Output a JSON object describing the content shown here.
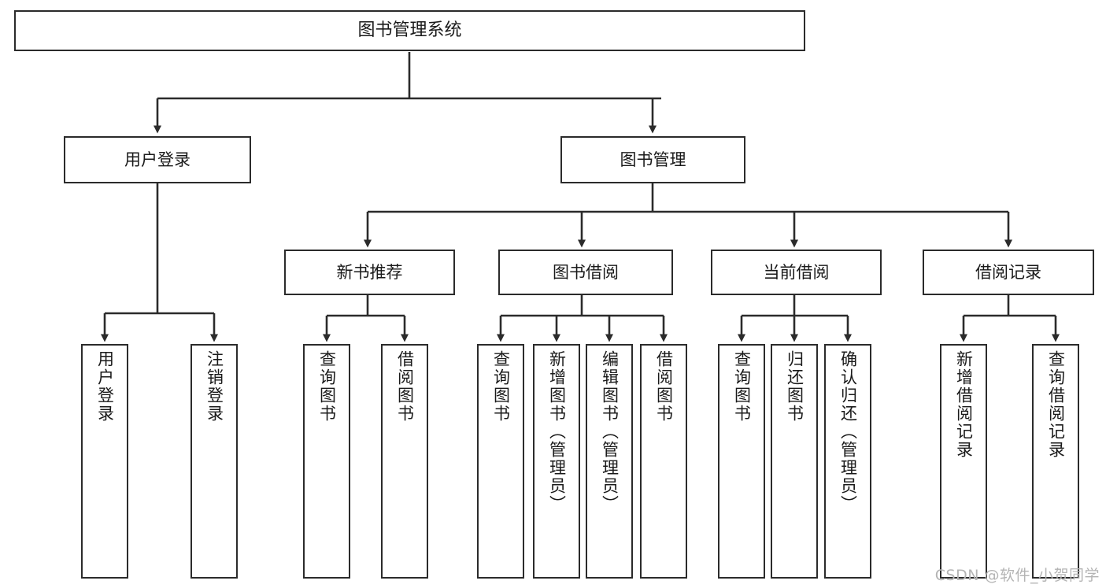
{
  "diagram": {
    "type": "tree-hierarchy-diagram",
    "title": "图书管理系统",
    "orientation": "top-down",
    "colors": {
      "box_border": "#2b2b2b",
      "box_fill": "#ffffff",
      "connector": "#2b2b2b",
      "text": "#1a1a1a",
      "watermark": "#b4b4b4",
      "background": "#ffffff"
    }
  },
  "nodes": {
    "root": {
      "label": "图书管理系统"
    },
    "level2": [
      {
        "id": "user-login",
        "label": "用户登录"
      },
      {
        "id": "book-management",
        "label": "图书管理"
      }
    ],
    "level3": [
      {
        "id": "new-book-recommend",
        "label": "新书推荐"
      },
      {
        "id": "book-borrow",
        "label": "图书借阅"
      },
      {
        "id": "current-borrow",
        "label": "当前借阅"
      },
      {
        "id": "borrow-record",
        "label": "借阅记录"
      }
    ],
    "leaves": {
      "user_login": [
        {
          "id": "leaf-user-login",
          "label": "用户登录"
        },
        {
          "id": "leaf-logout-login",
          "label": "注销登录"
        }
      ],
      "new_book_recommend": [
        {
          "id": "leaf-query-book-1",
          "label": "查询图书"
        },
        {
          "id": "leaf-borrow-book-1",
          "label": "借阅图书"
        }
      ],
      "book_borrow": [
        {
          "id": "leaf-query-book-2",
          "label": "查询图书"
        },
        {
          "id": "leaf-add-book",
          "label": "新增图书（管理员）"
        },
        {
          "id": "leaf-edit-book",
          "label": "编辑图书（管理员）"
        },
        {
          "id": "leaf-borrow-book-2",
          "label": "借阅图书"
        }
      ],
      "current_borrow": [
        {
          "id": "leaf-query-book-3",
          "label": "查询图书"
        },
        {
          "id": "leaf-return-book",
          "label": "归还图书"
        },
        {
          "id": "leaf-confirm-return",
          "label": "确认归还（管理员）"
        }
      ],
      "borrow_record": [
        {
          "id": "leaf-add-record",
          "label": "新增借阅记录"
        },
        {
          "id": "leaf-query-record",
          "label": "查询借阅记录"
        }
      ]
    }
  },
  "watermark": {
    "text": "CSDN @软件_小贺同学"
  }
}
